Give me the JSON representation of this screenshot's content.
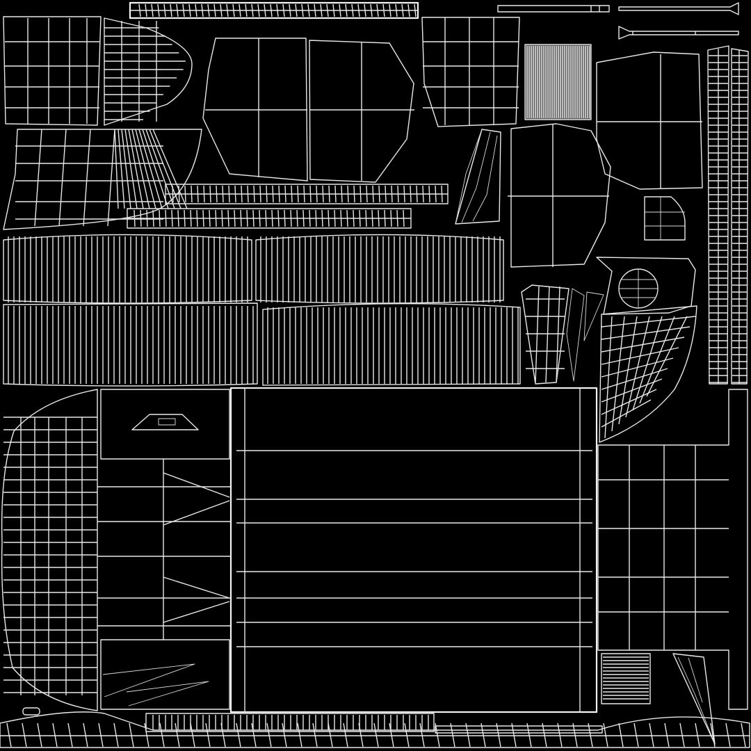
{
  "image": {
    "kind": "uv-texture-wireframe",
    "background_color": "#000000",
    "line_color": "#e9e9e9"
  },
  "islands": [
    "top-strip-island",
    "top-right-thin-strip-island",
    "top-right-tapered-strip-island",
    "top-left-box-island",
    "top-left-curved-island",
    "upper-left-fan-island",
    "center-round-left-island",
    "center-round-right-island",
    "middle-long-strip-island",
    "middle-short-strip-island",
    "top-center-box-island",
    "small-dense-square-island",
    "thin-triangle-island",
    "right-round-island",
    "right-center-round-island",
    "small-curved-box-island",
    "right-vertical-strip-islands",
    "ribbed-cylinder-islands",
    "nozzle-island",
    "circle-bracket-island",
    "side-curved-patch-island",
    "bottom-left-curved-island",
    "large-central-panel-island",
    "right-lower-panel-island",
    "bottom-strip-islands"
  ]
}
